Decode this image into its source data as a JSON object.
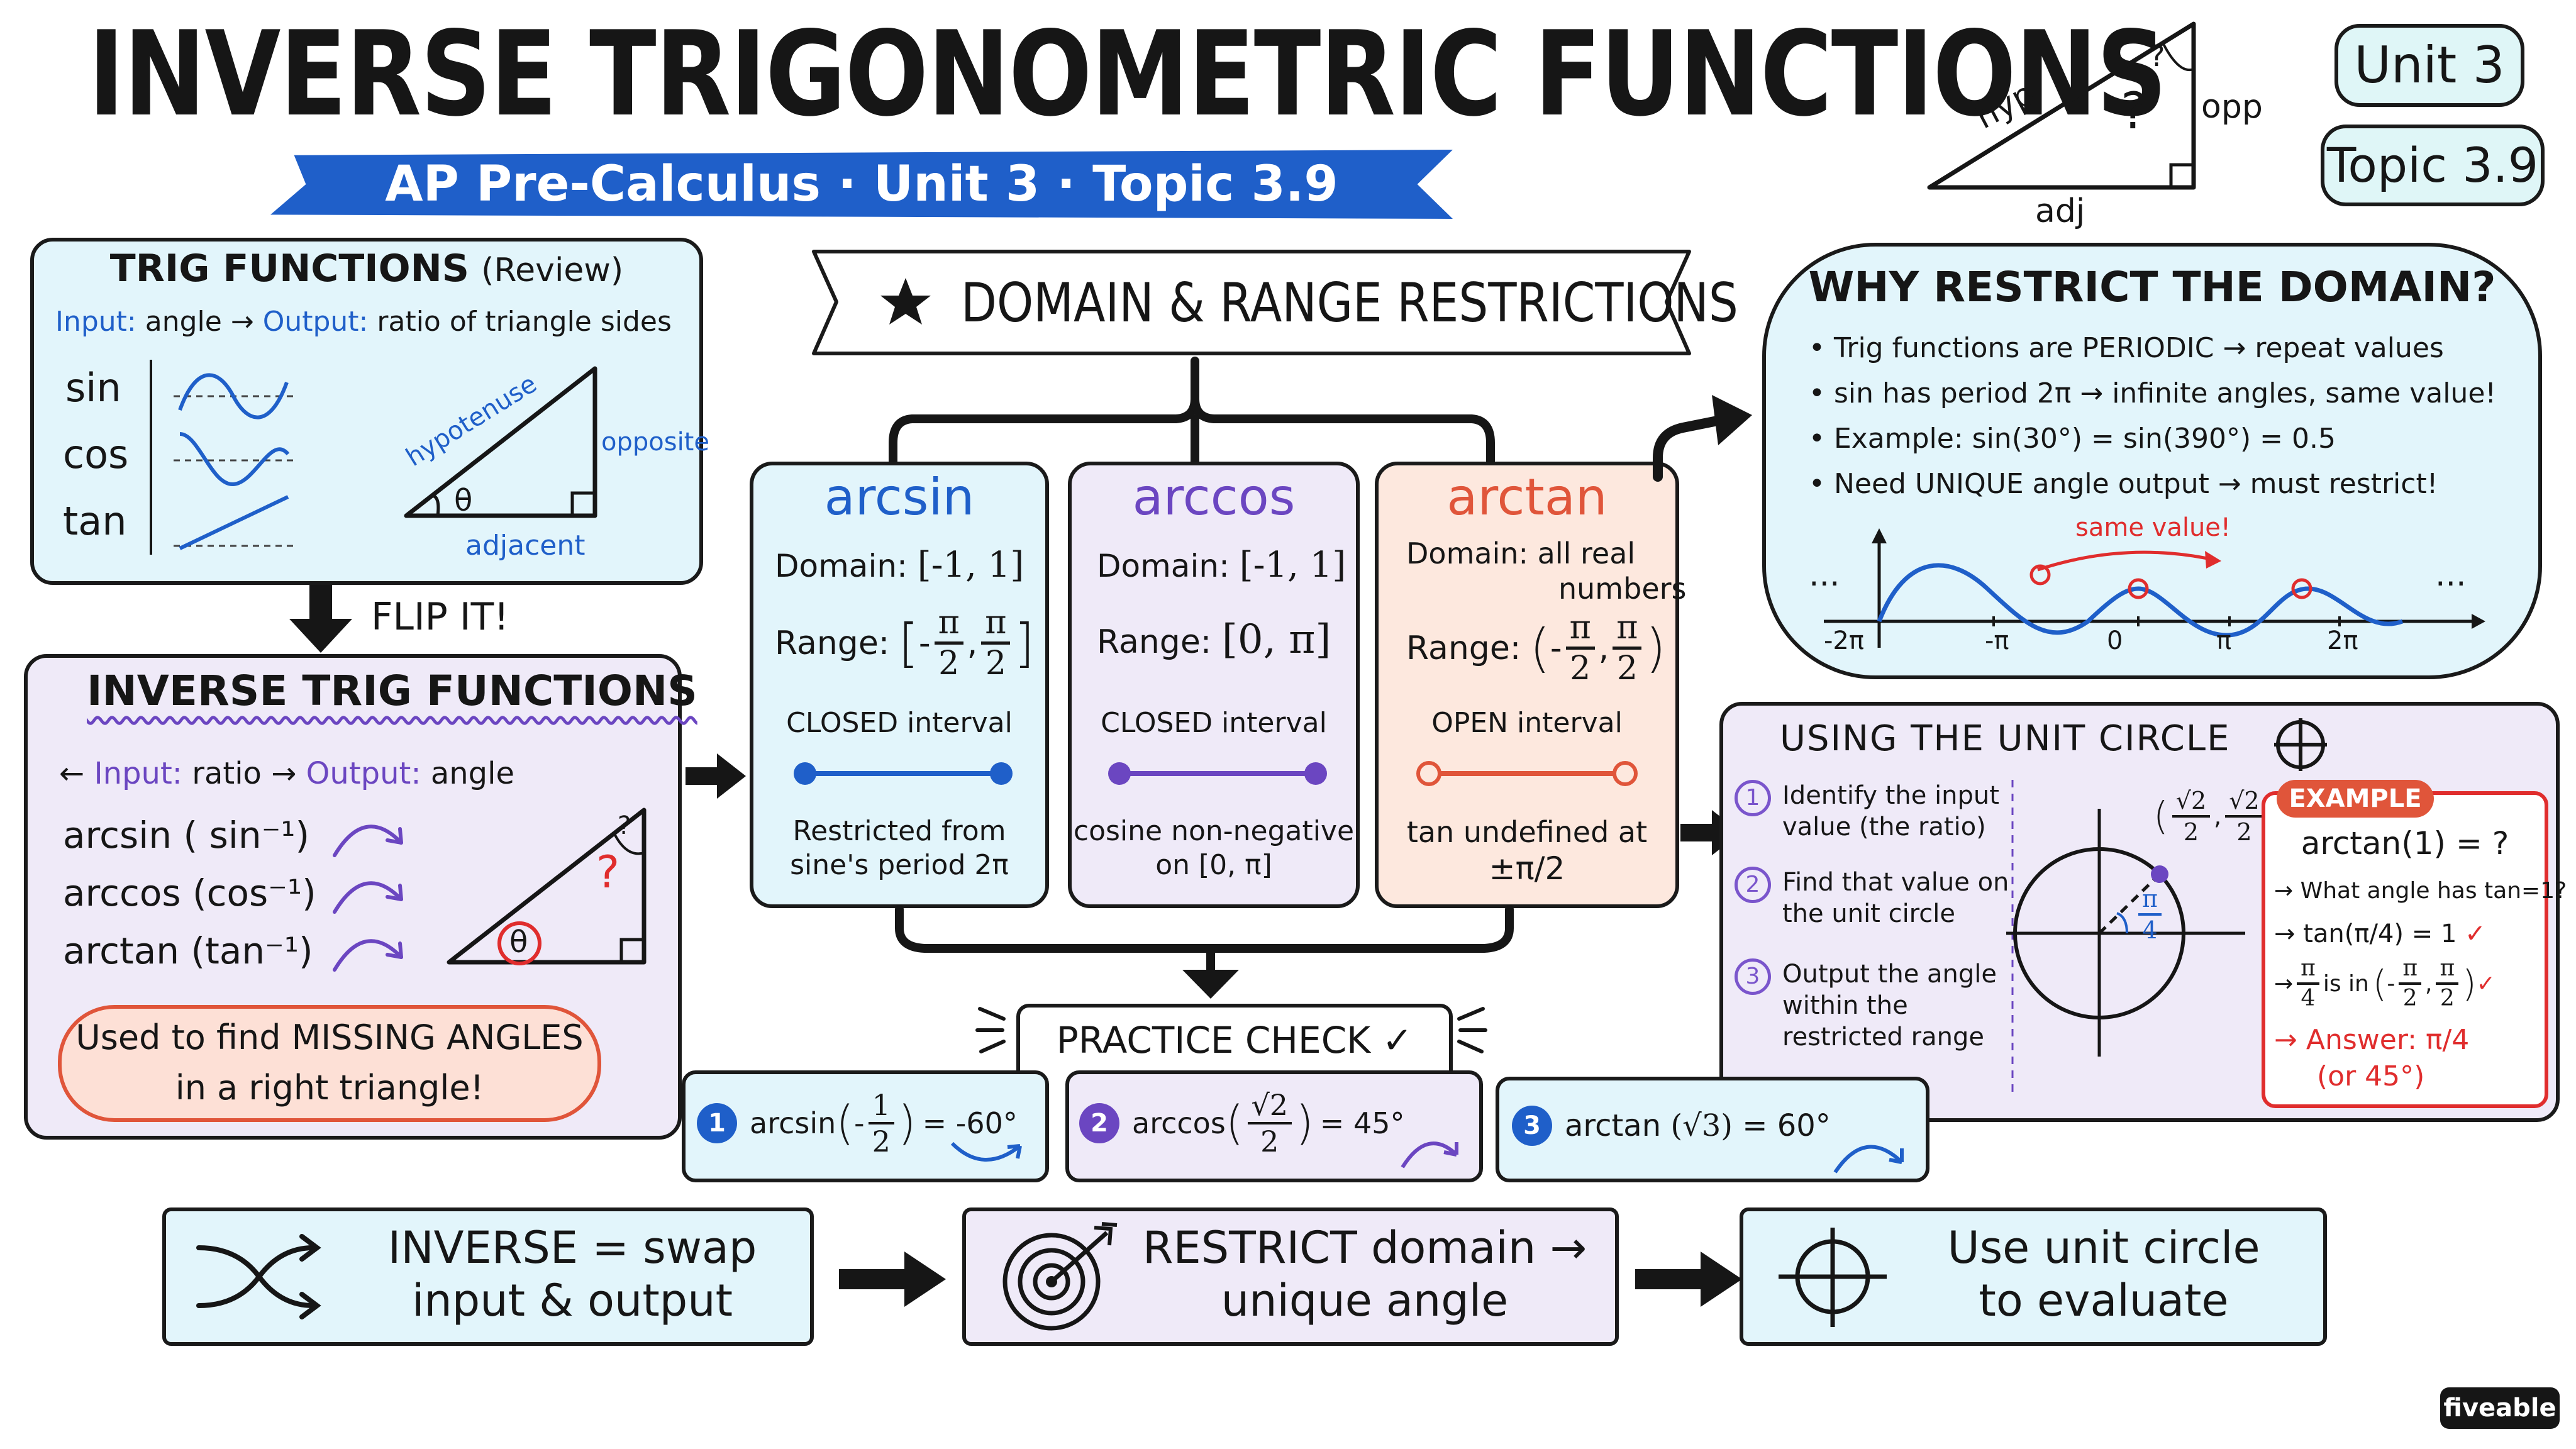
{
  "title": "INVERSE TRIGONOMETRIC FUNCTIONS",
  "subtitle": "AP Pre-Calculus · Unit 3 · Topic 3.9",
  "header_triangle": {
    "hyp": "hyp",
    "opp": "opp",
    "adj": "adj",
    "q": "?"
  },
  "badges": {
    "unit": "Unit 3",
    "topic": "Topic 3.9"
  },
  "trig_review": {
    "title": "TRIG FUNCTIONS",
    "title_suffix": "(Review)",
    "input_label": "Input:",
    "input_value": "angle",
    "output_label": "Output:",
    "output_value": "ratio of triangle sides",
    "functions": [
      "sin",
      "cos",
      "tan"
    ],
    "triangle": {
      "hypotenuse": "hypotenuse",
      "opposite": "opposite",
      "adjacent": "adjacent",
      "theta": "θ"
    }
  },
  "flip": "FLIP IT!",
  "inverse_panel": {
    "title": "INVERSE TRIG FUNCTIONS",
    "input_label": "Input:",
    "input_value": "ratio",
    "output_label": "Output:",
    "output_value": "angle",
    "items": [
      {
        "name": "arcsin",
        "notation": "( sin⁻¹)"
      },
      {
        "name": "arccos",
        "notation": "(cos⁻¹)"
      },
      {
        "name": "arctan",
        "notation": "(tan⁻¹)"
      }
    ],
    "q": "?",
    "theta": "θ",
    "cloud_line1": "Used to find MISSING ANGLES",
    "cloud_line2": "in a right triangle!"
  },
  "banner": "DOMAIN & RANGE RESTRICTIONS",
  "cards": {
    "arcsin": {
      "name": "arcsin",
      "domain_label": "Domain:",
      "domain_value": "[-1, 1]",
      "range_label": "Range:",
      "range_lo_sign": "-",
      "range_lo_num": "π",
      "range_lo_den": "2",
      "range_hi_num": "π",
      "range_hi_den": "2",
      "interval": "CLOSED interval",
      "note_line1": "Restricted from",
      "note_line2": "sine's period 2π"
    },
    "arccos": {
      "name": "arccos",
      "domain_label": "Domain:",
      "domain_value": "[-1, 1]",
      "range_label": "Range:",
      "range_value": "[0, π]",
      "interval": "CLOSED interval",
      "note_line1": "cosine non-negative",
      "note_line2": "on [0, π]"
    },
    "arctan": {
      "name": "arctan",
      "domain_label": "Domain:",
      "domain_value_line1": "all real",
      "domain_value_line2": "numbers",
      "range_label": "Range:",
      "range_lo_sign": "-",
      "range_lo_num": "π",
      "range_lo_den": "2",
      "range_hi_num": "π",
      "range_hi_den": "2",
      "interval": "OPEN interval",
      "note_line1": "tan undefined at",
      "note_line2": "±π/2"
    }
  },
  "why": {
    "title": "WHY RESTRICT THE DOMAIN?",
    "bullets": [
      "Trig functions are PERIODIC → repeat values",
      "sin has period 2π → infinite angles, same value!",
      "Example:  sin(30°) = sin(390°) = 0.5",
      "Need UNIQUE angle output → must restrict!"
    ],
    "same_value": "same value!",
    "ellipsis": "...",
    "axis_ticks": [
      "-2π",
      "-π",
      "0",
      "π",
      "2π"
    ]
  },
  "unit_circle": {
    "title": "USING THE UNIT CIRCLE",
    "steps": [
      {
        "n": "1",
        "line1": "Identify the input",
        "line2": "value (the ratio)",
        "line3": ""
      },
      {
        "n": "2",
        "line1": "Find that value on",
        "line2": "the unit circle",
        "line3": ""
      },
      {
        "n": "3",
        "line1": "Output the angle",
        "line2": "within the",
        "line3": "restricted range"
      }
    ],
    "point_label_num": "√2",
    "point_label_den": "2",
    "angle_label_num": "π",
    "angle_label_den": "4"
  },
  "example": {
    "label": "EXAMPLE",
    "question": "arctan(1) = ?",
    "line1": "What angle has tan=1?",
    "line2": "tan(π/4) = 1",
    "line3_prefix": "is in",
    "answer_label": "Answer:",
    "answer_value": "π/4",
    "answer_deg": "(or 45°)"
  },
  "practice": {
    "title": "PRACTICE CHECK ✓",
    "items": [
      {
        "n": "1",
        "fn": "arcsin",
        "result": "= -60°"
      },
      {
        "n": "2",
        "fn": "arccos",
        "result": "= 45°"
      },
      {
        "n": "3",
        "fn": "arctan",
        "arg": "(√3)",
        "result": "= 60°"
      }
    ],
    "p1_num": "1",
    "p1_den": "2",
    "p2_num": "√2",
    "p2_den": "2"
  },
  "summary": [
    {
      "line1": "INVERSE = swap",
      "line2": "input & output"
    },
    {
      "line1": "RESTRICT domain →",
      "line2": "unique angle"
    },
    {
      "line1": "Use unit circle",
      "line2": "to evaluate"
    }
  ],
  "brand": "fiveable",
  "colors": {
    "blue": "#1f5fc9",
    "purple": "#6b46c1",
    "coral": "#e0553a",
    "red": "#e02d2d",
    "panel_blue": "#e2f5fb",
    "panel_purple": "#efeaf8",
    "panel_peach": "#fde8de"
  }
}
